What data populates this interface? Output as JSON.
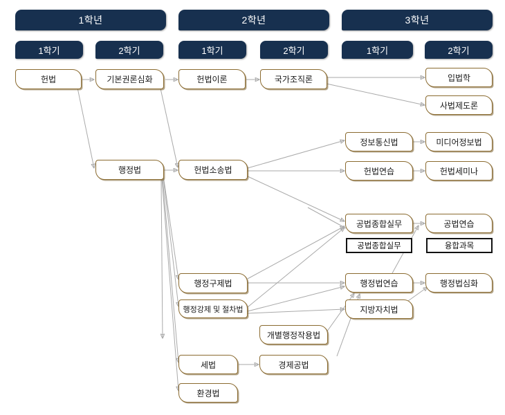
{
  "colors": {
    "header_bg": "#17304f",
    "header_text": "#ffffff",
    "course_border": "#8a6a2f",
    "course_bg": "#ffffff",
    "special_border": "#111111",
    "arrow": "#a9a9a9",
    "page_bg": "#ffffff"
  },
  "years": [
    {
      "label": "1학년"
    },
    {
      "label": "2학년"
    },
    {
      "label": "3학년"
    }
  ],
  "semesters": [
    {
      "label": "1학기"
    },
    {
      "label": "2학기"
    },
    {
      "label": "1학기"
    },
    {
      "label": "2학기"
    },
    {
      "label": "1학기"
    },
    {
      "label": "2학기"
    }
  ],
  "courses": [
    {
      "id": "c1",
      "label": "헌법",
      "year": 1,
      "semester": 1
    },
    {
      "id": "c2",
      "label": "기본권론심화",
      "year": 1,
      "semester": 2
    },
    {
      "id": "c3",
      "label": "행정법",
      "year": 1,
      "semester": 2
    },
    {
      "id": "c4",
      "label": "헌법이론",
      "year": 2,
      "semester": 1
    },
    {
      "id": "c5",
      "label": "국가조직론",
      "year": 2,
      "semester": 2
    },
    {
      "id": "c6",
      "label": "헌법소송법",
      "year": 2,
      "semester": 1
    },
    {
      "id": "c7",
      "label": "행정구제법",
      "year": 2,
      "semester": 1
    },
    {
      "id": "c8",
      "label": "행정강제 및 절차법",
      "year": 2,
      "semester": 1
    },
    {
      "id": "c9",
      "label": "세법",
      "year": 2,
      "semester": 1
    },
    {
      "id": "c10",
      "label": "환경법",
      "year": 2,
      "semester": 1
    },
    {
      "id": "c11",
      "label": "개별행정작용법",
      "year": 2,
      "semester": 2
    },
    {
      "id": "c12",
      "label": "경제공법",
      "year": 2,
      "semester": 2
    },
    {
      "id": "c13",
      "label": "입법학",
      "year": 3,
      "semester": 2
    },
    {
      "id": "c14",
      "label": "사법제도론",
      "year": 3,
      "semester": 2
    },
    {
      "id": "c15",
      "label": "정보통신법",
      "year": 3,
      "semester": 1
    },
    {
      "id": "c16",
      "label": "미디어정보법",
      "year": 3,
      "semester": 2
    },
    {
      "id": "c17",
      "label": "헌법연습",
      "year": 3,
      "semester": 1
    },
    {
      "id": "c18",
      "label": "헌법세미나",
      "year": 3,
      "semester": 2
    },
    {
      "id": "c19",
      "label": "공법종합실무",
      "year": 3,
      "semester": 1
    },
    {
      "id": "c20",
      "label": "공법연습",
      "year": 3,
      "semester": 2
    },
    {
      "id": "c21",
      "label": "행정법연습",
      "year": 3,
      "semester": 1
    },
    {
      "id": "c22",
      "label": "행정법심화",
      "year": 3,
      "semester": 2
    },
    {
      "id": "c23",
      "label": "지방자치법",
      "year": 3,
      "semester": 1
    }
  ],
  "special_boxes": [
    {
      "id": "s1",
      "label": "공법종합실무"
    },
    {
      "id": "s2",
      "label": "융합과목"
    }
  ]
}
